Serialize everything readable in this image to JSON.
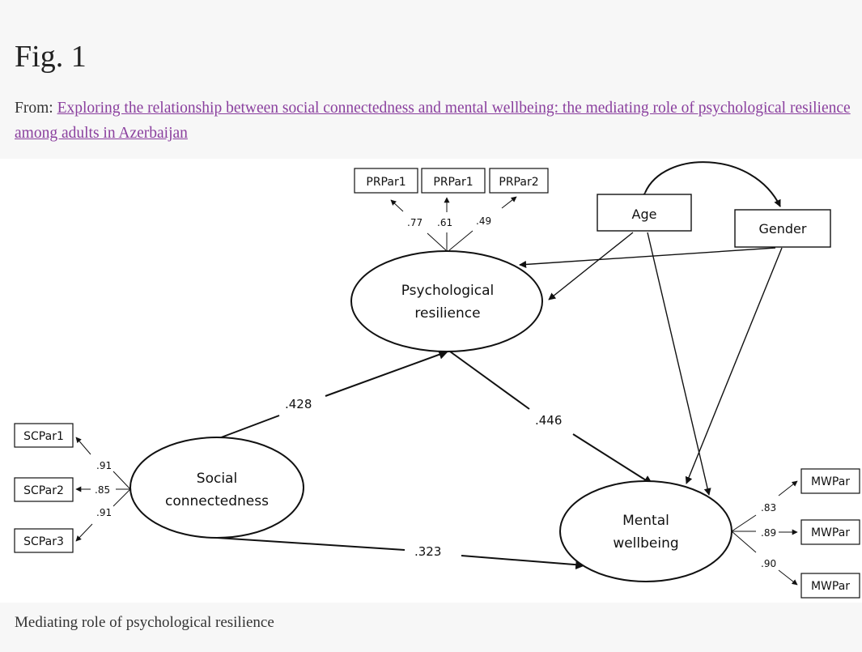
{
  "figure": {
    "title": "Fig. 1",
    "from_prefix": "From: ",
    "source_link_text": "Exploring the relationship between social connectedness and mental wellbeing: the mediating role of psychological resilience among adults in Azerbaijan",
    "caption": "Mediating role of psychological resilience"
  },
  "diagram": {
    "latents": {
      "resilience_line1": "Psychological",
      "resilience_line2": "resilience",
      "social_line1": "Social",
      "social_line2": "connectedness",
      "wellbeing_line1": "Mental",
      "wellbeing_line2": "wellbeing"
    },
    "covariates": {
      "age": "Age",
      "gender": "Gender"
    },
    "indicators": {
      "pr": [
        "PRPar1",
        "PRPar1",
        "PRPar2"
      ],
      "sc": [
        "SCPar1",
        "SCPar2",
        "SCPar3"
      ],
      "mw": [
        "MWPar",
        "MWPar",
        "MWPar"
      ]
    },
    "loadings": {
      "pr": [
        ".77",
        ".61",
        ".49"
      ],
      "sc": [
        ".91",
        ".85",
        ".91"
      ],
      "mw": [
        ".83",
        ".89",
        ".90"
      ]
    },
    "paths": {
      "social_to_resilience": ".428",
      "resilience_to_wellbeing": ".446",
      "social_to_wellbeing": ".323"
    }
  }
}
